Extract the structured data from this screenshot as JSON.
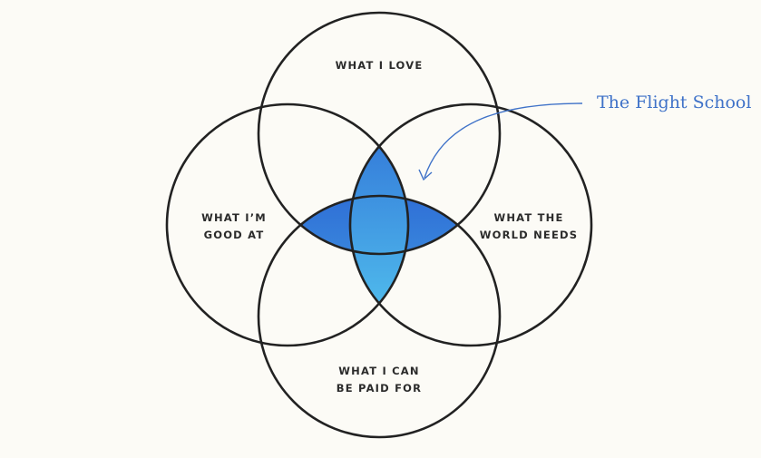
{
  "diagram": {
    "circles": [
      {
        "id": "love",
        "lines": [
          "WHAT I LOVE"
        ]
      },
      {
        "id": "good",
        "lines": [
          "WHAT I’M",
          "GOOD AT"
        ]
      },
      {
        "id": "world",
        "lines": [
          "WHAT THE",
          "WORLD NEEDS"
        ]
      },
      {
        "id": "paid",
        "lines": [
          "WHAT I CAN",
          "BE PAID FOR"
        ]
      }
    ],
    "callout": "The Flight School",
    "colors": {
      "background": "#fcfbf6",
      "outline": "#222222",
      "gradient_top": "#2f6fd6",
      "gradient_bottom": "#55c8f0",
      "callout": "#3f72c8"
    }
  }
}
